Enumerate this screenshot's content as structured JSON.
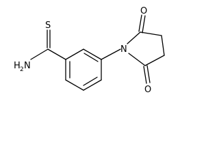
{
  "molecule": {
    "atoms": {
      "sulfur": "S",
      "amine": "H",
      "amine_subscript": "2",
      "amine_n": "N",
      "ring_nitrogen": "N",
      "oxygen_top": "O",
      "oxygen_bottom": "O"
    },
    "colors": {
      "bond": "#000000",
      "label": "#000000",
      "background": "#ffffff"
    }
  }
}
